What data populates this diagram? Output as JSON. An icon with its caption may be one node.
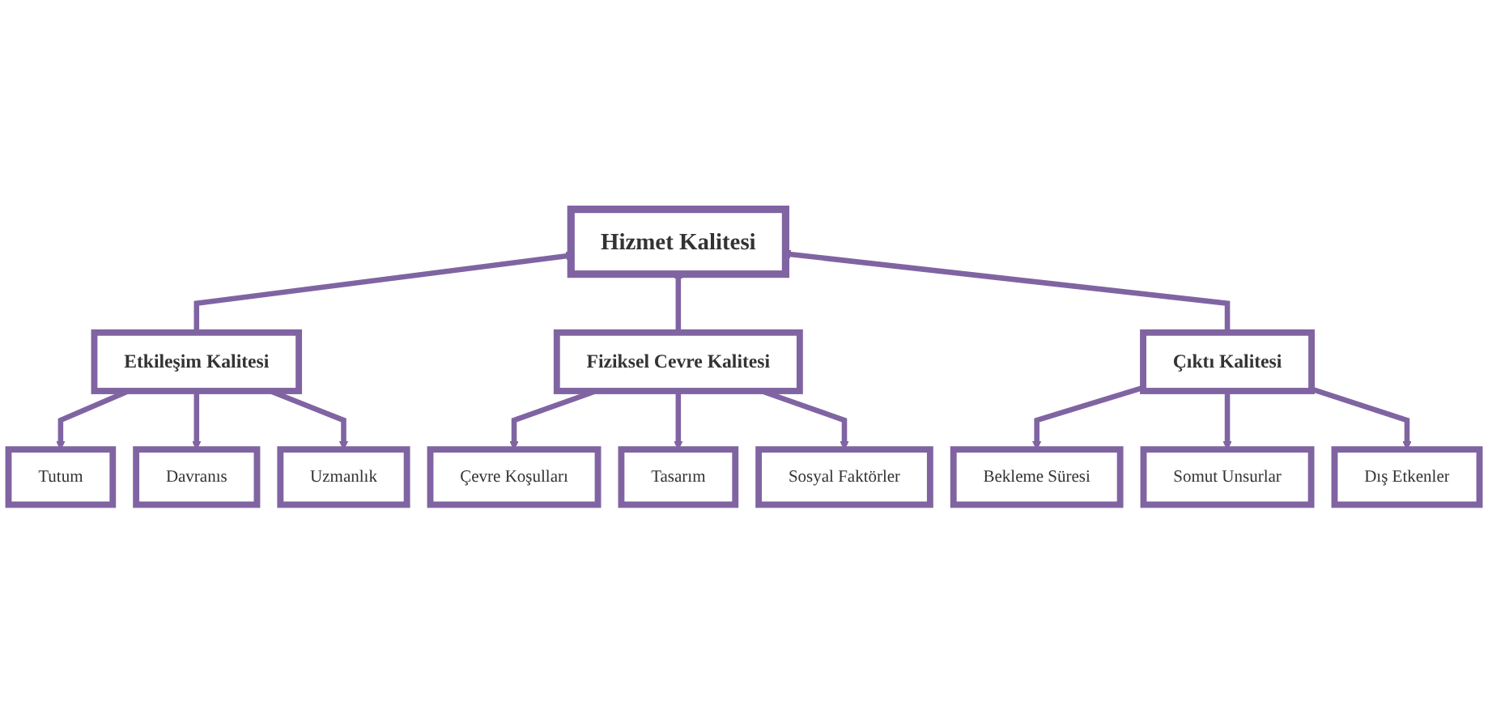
{
  "diagram": {
    "nodes": [
      {
        "text": [
          "Hizmet Kalitesi"
        ]
      },
      {
        "text": [
          "Etkileşim Kalitesi"
        ]
      },
      {
        "text": [
          "Fiziksel Cevre Kalitesi"
        ]
      },
      {
        "text": [
          "Çıktı Kalitesi"
        ]
      },
      {
        "text": [
          "Tutum"
        ]
      },
      {
        "text": [
          "Davranıs"
        ]
      },
      {
        "text": [
          "Uzmanlık"
        ]
      },
      {
        "text": [
          "Çevre Koşulları"
        ]
      },
      {
        "text": [
          "Tasarım"
        ]
      },
      {
        "text": [
          "Sosyal Faktörler"
        ]
      },
      {
        "text": [
          "Bekleme Süresi"
        ]
      },
      {
        "text": [
          "Somut Unsurlar"
        ]
      },
      {
        "text": [
          "Dış Etkenler"
        ]
      }
    ],
    "edges": [
      {
        "from": 1,
        "to": 0,
        "arrow": "to"
      },
      {
        "from": 2,
        "to": 0,
        "arrow": "to"
      },
      {
        "from": 3,
        "to": 0,
        "arrow": "to"
      },
      {
        "from": 1,
        "to": 4,
        "arrow": "to"
      },
      {
        "from": 1,
        "to": 5,
        "arrow": "to"
      },
      {
        "from": 1,
        "to": 6,
        "arrow": "to"
      },
      {
        "from": 2,
        "to": 7,
        "arrow": "to"
      },
      {
        "from": 2,
        "to": 8,
        "arrow": "to"
      },
      {
        "from": 2,
        "to": 9,
        "arrow": "to"
      },
      {
        "from": 3,
        "to": 10,
        "arrow": "to"
      },
      {
        "from": 3,
        "to": 11,
        "arrow": "to"
      },
      {
        "from": 3,
        "to": 12,
        "arrow": "to"
      }
    ]
  }
}
